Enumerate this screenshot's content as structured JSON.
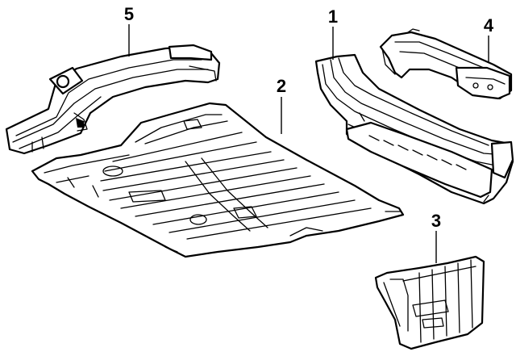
{
  "diagram": {
    "callouts": [
      {
        "id": "floor-pan",
        "label": "2"
      },
      {
        "id": "rear-panel",
        "label": "1"
      },
      {
        "id": "side-rail",
        "label": "5"
      },
      {
        "id": "crossmember",
        "label": "4"
      },
      {
        "id": "extension",
        "label": "3"
      }
    ]
  },
  "colors": {
    "line": "#000000",
    "background": "#ffffff"
  }
}
